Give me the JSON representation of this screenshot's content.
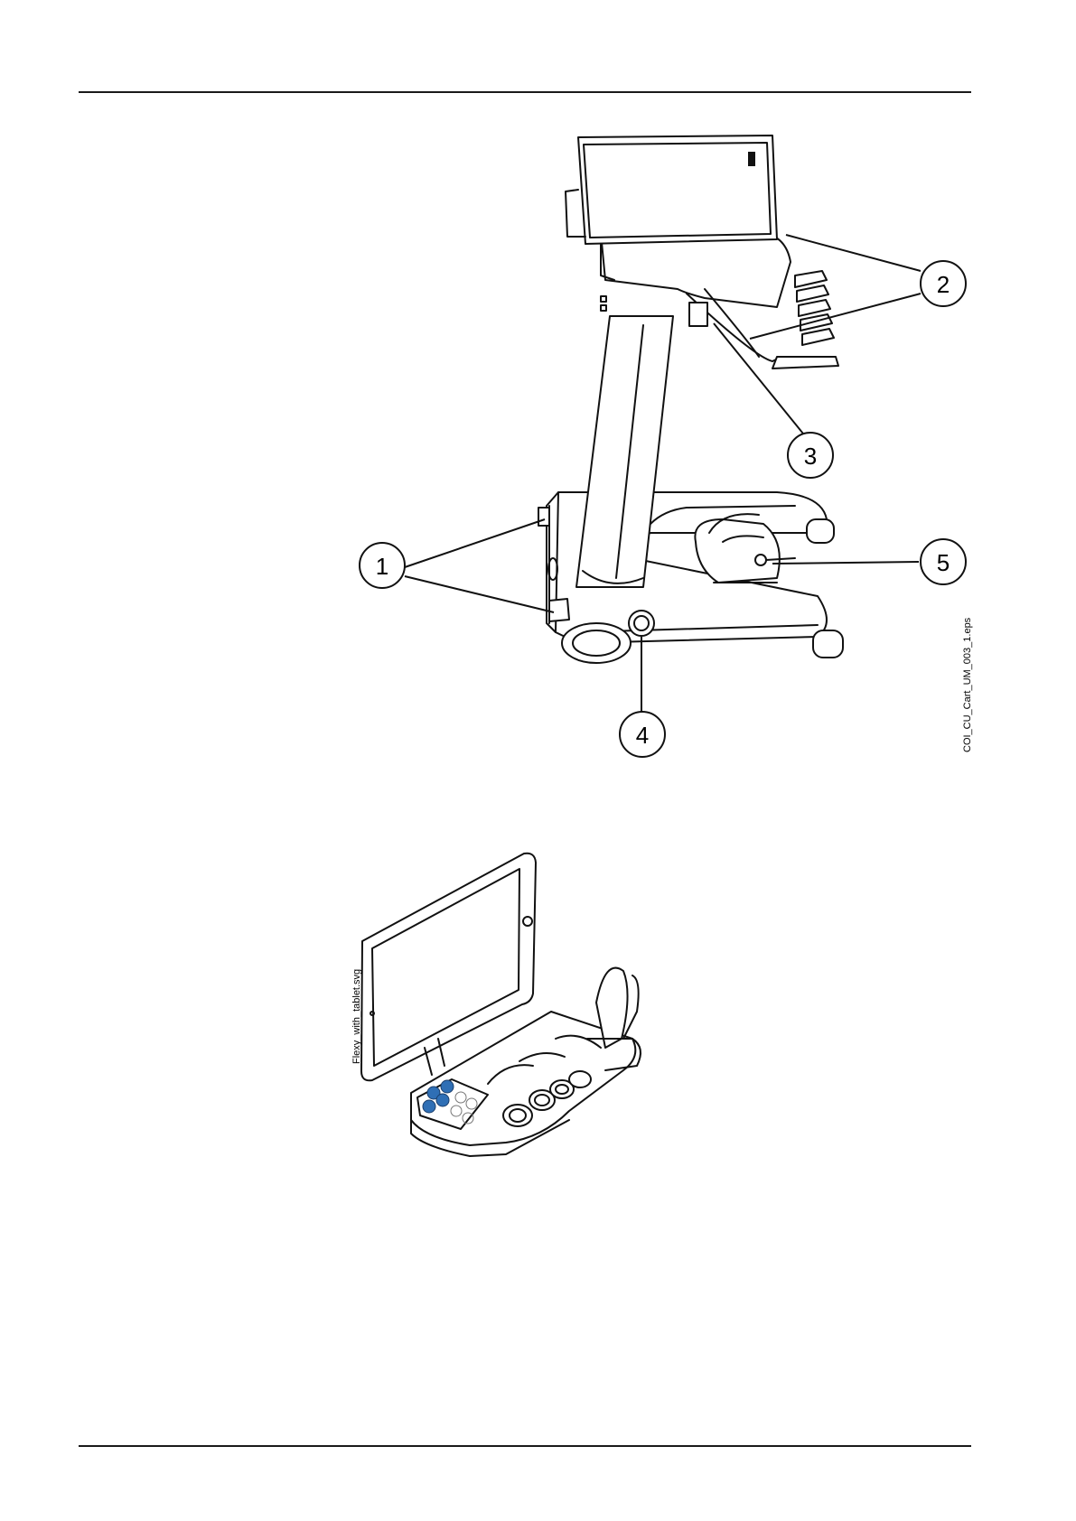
{
  "figure1": {
    "id_label": "COI_CU_Cart_UM_003_1.eps",
    "callouts": [
      "1",
      "2",
      "3",
      "4",
      "5"
    ]
  },
  "figure2": {
    "id_label": "Flexy_with_tablet.svg"
  }
}
